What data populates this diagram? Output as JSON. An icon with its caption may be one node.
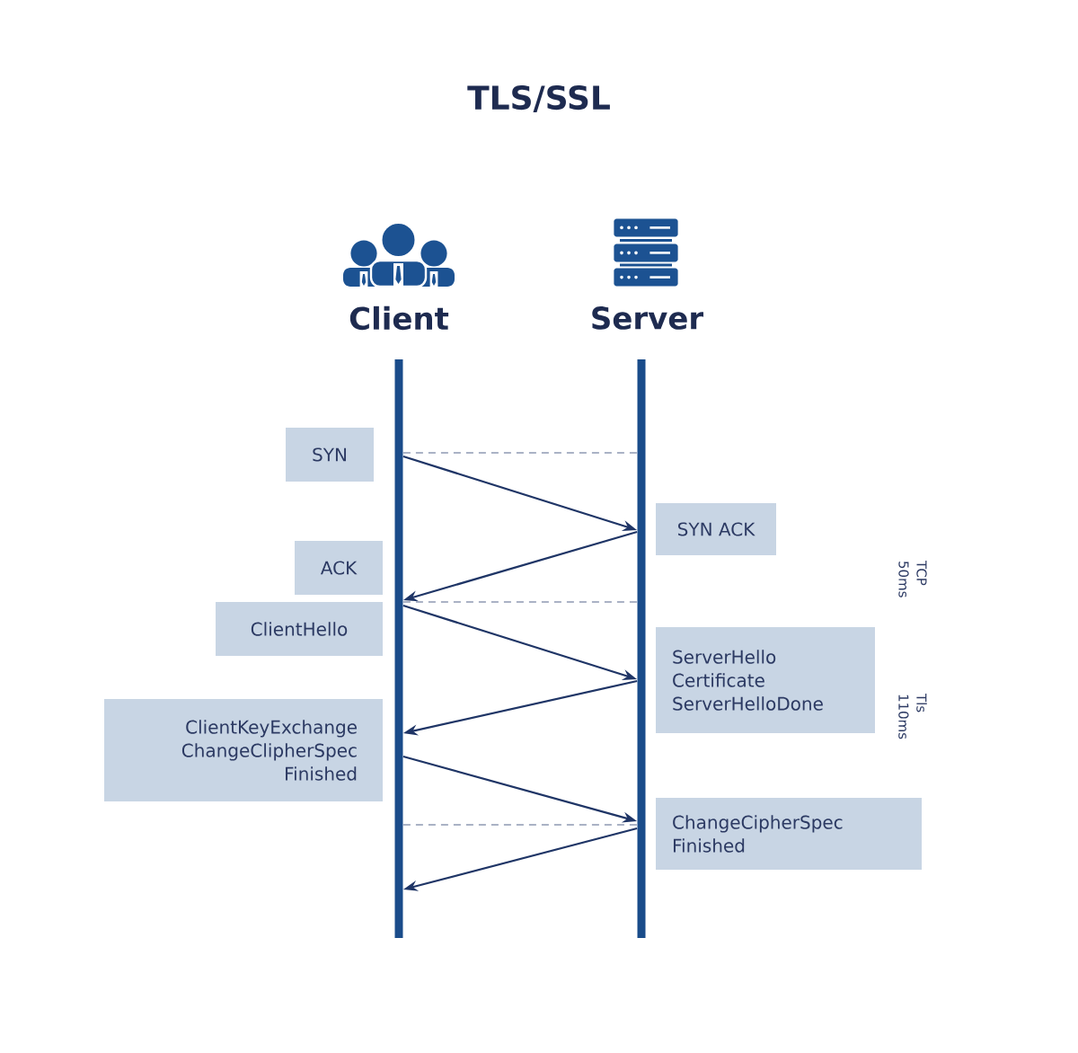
{
  "diagram": {
    "title": "TLS/SSL",
    "nodes": [
      {
        "text": [
          "Client"
        ]
      },
      {
        "text": [
          "Server"
        ]
      },
      {
        "text": [
          "SYN"
        ]
      },
      {
        "text": [
          "SYN ACK"
        ]
      },
      {
        "text": [
          "ACK"
        ]
      },
      {
        "text": [
          "ClientHello"
        ]
      },
      {
        "text": [
          "ServerHello Certificate ServerHelloDone"
        ]
      },
      {
        "text": [
          "ClientKeyExchange ChangeClipherSpec Finished"
        ]
      },
      {
        "text": [
          "ChangeCipherSpec Finished"
        ]
      }
    ],
    "edges": [
      {
        "from": 0,
        "to": 1,
        "arrow": "none",
        "style": "dashed",
        "color": "#8e99b3"
      },
      {
        "from": 0,
        "to": 1,
        "arrow": "to"
      },
      {
        "from": 1,
        "to": 0,
        "arrow": "to"
      },
      {
        "from": 0,
        "to": 1,
        "arrow": "none",
        "style": "dashed",
        "color": "#8e99b3"
      },
      {
        "from": 0,
        "to": 1,
        "arrow": "to"
      },
      {
        "from": 1,
        "to": 0,
        "arrow": "to"
      },
      {
        "from": 0,
        "to": 1,
        "arrow": "to"
      },
      {
        "from": 0,
        "to": 1,
        "arrow": "none",
        "style": "dashed",
        "color": "#8e99b3"
      },
      {
        "from": 1,
        "to": 0,
        "arrow": "to"
      }
    ],
    "labels": [
      "TCP 50ms",
      "Tls 110ms"
    ]
  }
}
